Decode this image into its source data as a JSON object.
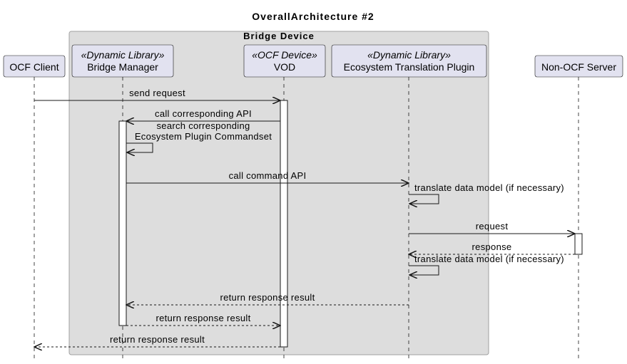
{
  "title": "OverallArchitecture #2",
  "box": {
    "title": "Bridge Device",
    "fill": "#dddddd",
    "stroke": "#a0a0a0"
  },
  "colors": {
    "participant_fill": "#e2e2f0",
    "participant_stroke": "#181818",
    "line": "#181818"
  },
  "participants": [
    {
      "id": "client",
      "label": "OCF Client"
    },
    {
      "id": "bm",
      "stereotype": "«Dynamic Library»",
      "label": "Bridge Manager"
    },
    {
      "id": "vod",
      "stereotype": "«OCF Device»",
      "label": "VOD"
    },
    {
      "id": "etp",
      "stereotype": "«Dynamic Library»",
      "label": "Ecosystem Translation Plugin"
    },
    {
      "id": "server",
      "label": "Non-OCF Server"
    }
  ],
  "messages": [
    {
      "id": "m1",
      "text": [
        "send request"
      ],
      "from": "client",
      "to": "vod",
      "style": "solid"
    },
    {
      "id": "m2",
      "text": [
        "call corresponding API"
      ],
      "from": "vod",
      "to": "bm",
      "style": "solid"
    },
    {
      "id": "m3",
      "text": [
        "search corresponding",
        "Ecosystem Plugin Commandset"
      ],
      "from": "bm",
      "to": "bm",
      "style": "solid"
    },
    {
      "id": "m4",
      "text": [
        "call command API"
      ],
      "from": "bm",
      "to": "etp",
      "style": "solid"
    },
    {
      "id": "m5",
      "text": [
        "translate data model (if necessary)"
      ],
      "from": "etp",
      "to": "etp",
      "style": "solid"
    },
    {
      "id": "m6",
      "text": [
        "request"
      ],
      "from": "etp",
      "to": "server",
      "style": "solid"
    },
    {
      "id": "m7",
      "text": [
        "response"
      ],
      "from": "server",
      "to": "etp",
      "style": "dashed"
    },
    {
      "id": "m8",
      "text": [
        "translate data model (if necessary)"
      ],
      "from": "etp",
      "to": "etp",
      "style": "solid"
    },
    {
      "id": "m9",
      "text": [
        "return response result"
      ],
      "from": "etp",
      "to": "bm",
      "style": "dashed"
    },
    {
      "id": "m10",
      "text": [
        "return response result"
      ],
      "from": "bm",
      "to": "vod",
      "style": "dashed"
    },
    {
      "id": "m11",
      "text": [
        "return response result"
      ],
      "from": "vod",
      "to": "client",
      "style": "dashed"
    }
  ]
}
